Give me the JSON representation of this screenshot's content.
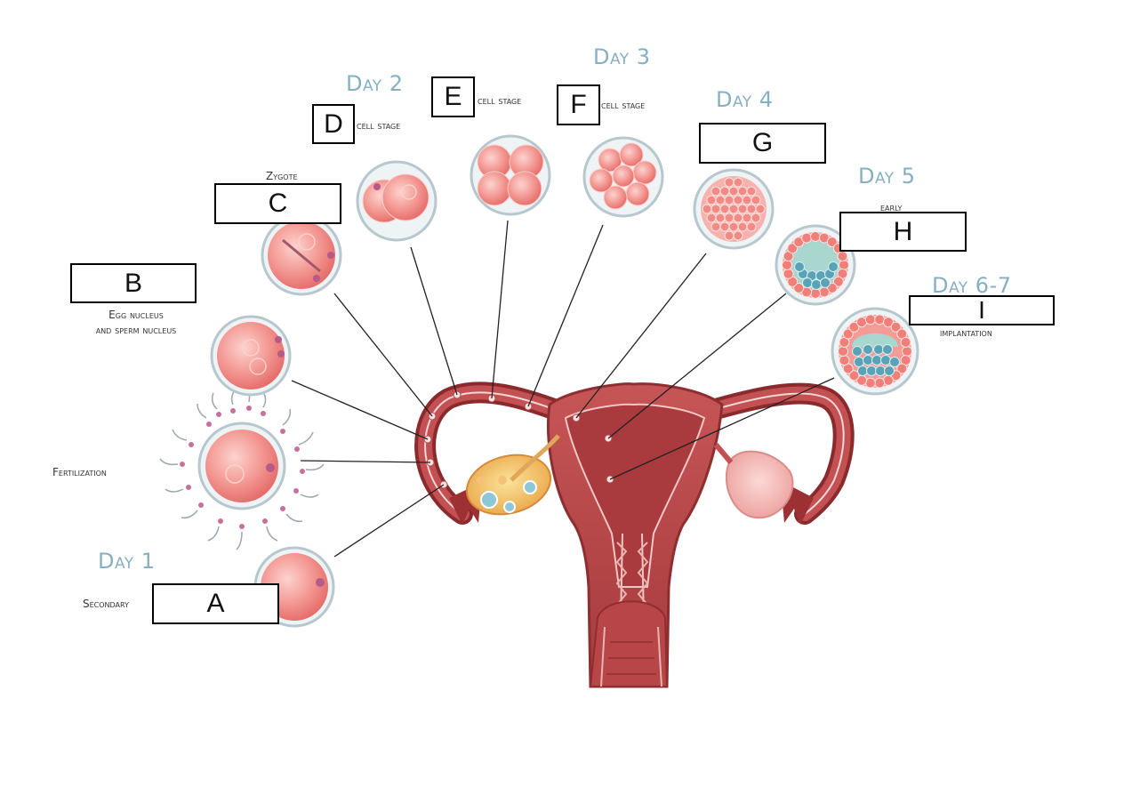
{
  "days": {
    "day1": "Day 1",
    "day2": "Day 2",
    "day3": "Day 3",
    "day4": "Day 4",
    "day5": "Day 5",
    "day67": "Day 6-7"
  },
  "captions": {
    "secondary": "Secondary",
    "fertilization": "Fertilization",
    "egg_sperm_line1": "Egg nucleus",
    "egg_sperm_line2": "and sperm nucleus",
    "zygote": "Zygote",
    "cell_stage_d": "cell stage",
    "cell_stage_e": "cell stage",
    "cell_stage_f": "cell stage",
    "early": "early",
    "implantation": "implantation"
  },
  "answer_boxes": {
    "a": "A",
    "b": "B",
    "c": "C",
    "d": "D",
    "e": "E",
    "f": "F",
    "g": "G",
    "h": "H",
    "i": "I"
  },
  "colors": {
    "uterus": "#b8484a",
    "uterus_dark": "#7a2225",
    "cell_pink": "#f08a86",
    "cell_border": "#a7bcc6",
    "day_label": "#86b0c2",
    "icm_teal": "#5aa3b6"
  }
}
